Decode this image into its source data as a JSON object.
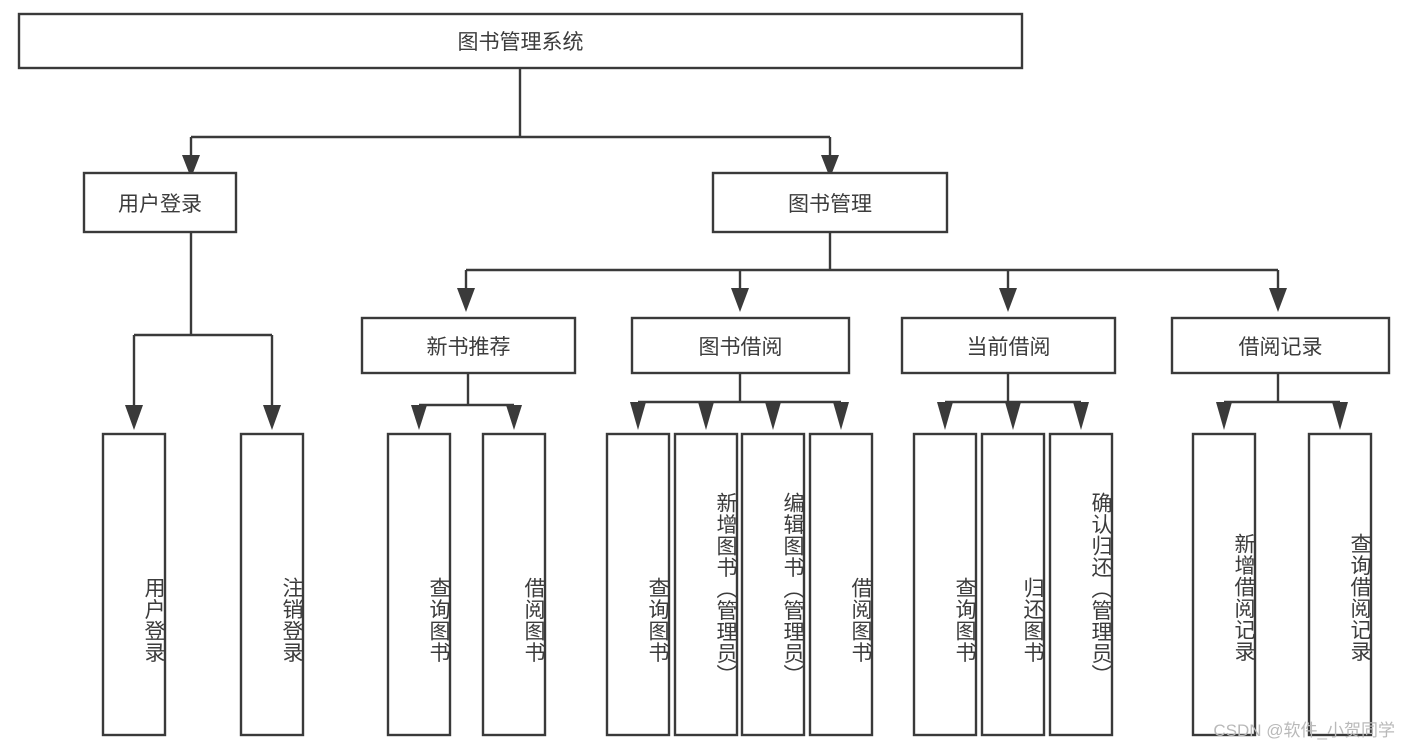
{
  "diagram": {
    "type": "tree-hierarchy",
    "title": "图书管理系统",
    "watermark": "CSDN @软件_小贺同学",
    "colors": {
      "stroke": "#3a3a3a",
      "box_fill": "#ffffff",
      "text": "#3c3c3c",
      "background": "#ffffff",
      "watermark": "#b9b9b9"
    },
    "root": {
      "label": "图书管理系统"
    },
    "level2": [
      {
        "label": "用户登录"
      },
      {
        "label": "图书管理"
      }
    ],
    "level3": [
      {
        "label": "新书推荐"
      },
      {
        "label": "图书借阅"
      },
      {
        "label": "当前借阅"
      },
      {
        "label": "借阅记录"
      }
    ],
    "leaves": {
      "user_login": [
        {
          "label": "用户登录"
        },
        {
          "label": "注销登录"
        }
      ],
      "new_book_recommend": [
        {
          "label": "查询图书"
        },
        {
          "label": "借阅图书"
        }
      ],
      "book_borrow": [
        {
          "label": "查询图书"
        },
        {
          "label": "新增图书（管理员）"
        },
        {
          "label": "编辑图书（管理员）"
        },
        {
          "label": "借阅图书"
        }
      ],
      "current_borrow": [
        {
          "label": "查询图书"
        },
        {
          "label": "归还图书"
        },
        {
          "label": "确认归还（管理员）"
        }
      ],
      "borrow_record": [
        {
          "label": "新增借阅记录"
        },
        {
          "label": "查询借阅记录"
        }
      ]
    }
  }
}
